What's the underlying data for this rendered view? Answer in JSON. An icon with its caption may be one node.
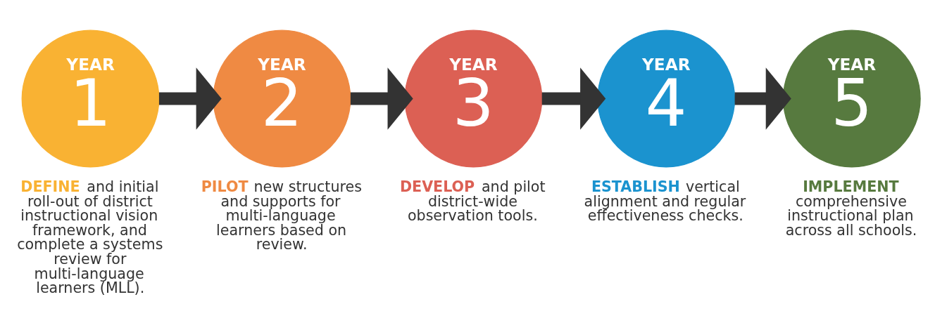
{
  "diagram": {
    "nodes": [
      {
        "text": [
          "YEAR",
          "1"
        ],
        "beside": [
          "**DEFINE** and initial roll-out of district instructional vision framework, and complete a systems review for multi-language learners (MLL)."
        ]
      },
      {
        "text": [
          "YEAR",
          "2"
        ],
        "beside": [
          "**PILOT** new structures and supports for multi-language learners based on review."
        ]
      },
      {
        "text": [
          "YEAR",
          "3"
        ],
        "beside": [
          "**DEVELOP** and pilot district-wide observation tools."
        ]
      },
      {
        "text": [
          "YEAR",
          "4"
        ],
        "beside": [
          "**ESTABLISH** vertical alignment and regular effectiveness checks."
        ]
      },
      {
        "text": [
          "YEAR",
          "5"
        ],
        "beside": [
          "**IMPLEMENT** comprehensive instructional plan across all schools."
        ]
      }
    ],
    "edges": [
      {
        "from": 0,
        "to": 1,
        "arrow": "to"
      },
      {
        "from": 1,
        "to": 2,
        "arrow": "to"
      },
      {
        "from": 2,
        "to": 3,
        "arrow": "to"
      },
      {
        "from": 3,
        "to": 4,
        "arrow": "to"
      }
    ]
  }
}
